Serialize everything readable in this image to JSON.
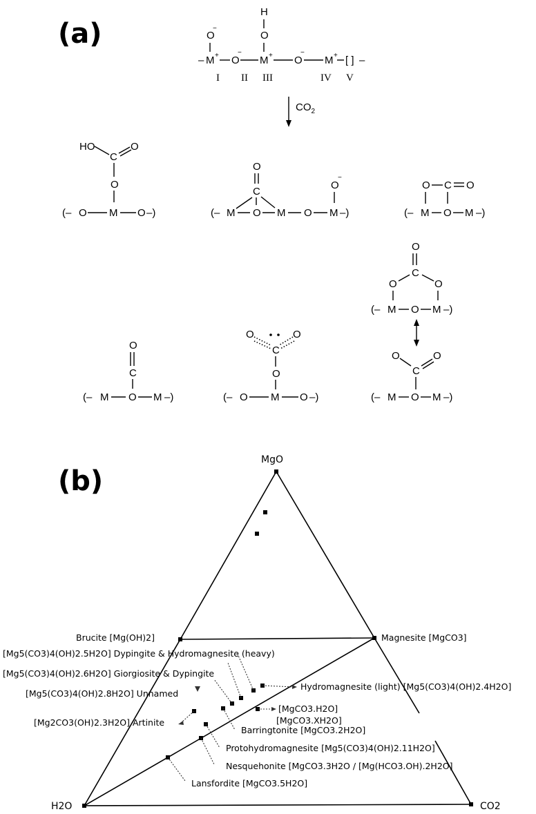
{
  "panel_a": {
    "label": "(a)",
    "reagent": "CO",
    "reagent_sub": "2",
    "sites": [
      "I",
      "II",
      "III",
      "IV",
      "V"
    ],
    "atoms": {
      "M": "M",
      "O": "O",
      "H": "H",
      "C": "C",
      "HO": "HO",
      "plus": "+",
      "minus": "−",
      "dash": "–",
      "vacancy": "[ ]",
      "lp": "(–",
      "rp": "–)"
    }
  },
  "panel_b": {
    "label": "(b)",
    "vertices": {
      "top": "MgO",
      "left": "H2O",
      "right": "CO2"
    },
    "phases": [
      {
        "id": "brucite",
        "text": "Brucite [Mg(OH)2]"
      },
      {
        "id": "magnesite",
        "text": "Magnesite [MgCO3]"
      },
      {
        "id": "dypingite-hydromagnesite",
        "text": "[Mg5(CO3)4(OH)2.5H2O] Dypingite & Hydromagnesite (heavy)"
      },
      {
        "id": "giorgiosite",
        "text": "[Mg5(CO3)4(OH)2.6H2O] Giorgiosite & Dypingite"
      },
      {
        "id": "hydromagnesite-light",
        "text": "Hydromagnesite (light) [Mg5(CO3)4(OH)2.4H2O]"
      },
      {
        "id": "unnamed",
        "text": "[Mg5(CO3)4(OH)2.8H2O] Unnamed"
      },
      {
        "id": "mgco3-h2o",
        "text": "[MgCO3.H2O]"
      },
      {
        "id": "mgco3-xh2o",
        "text": "[MgCO3.XH2O]"
      },
      {
        "id": "artinite",
        "text": "[Mg2CO3(OH)2.3H2O] Artinite"
      },
      {
        "id": "barringtonite",
        "text": "Barringtonite [MgCO3.2H2O]"
      },
      {
        "id": "protohydromagnesite",
        "text": "Protohydromagnesite [Mg5(CO3)4(OH)2.11H2O]"
      },
      {
        "id": "nesquehonite",
        "text": "Nesquehonite [MgCO3.3H2O / [Mg(HCO3.OH).2H2O]"
      },
      {
        "id": "lansfordite",
        "text": "Lansfordite [MgCO3.5H2O]"
      }
    ]
  },
  "colors": {
    "ink": "#000000",
    "background": "#ffffff"
  }
}
